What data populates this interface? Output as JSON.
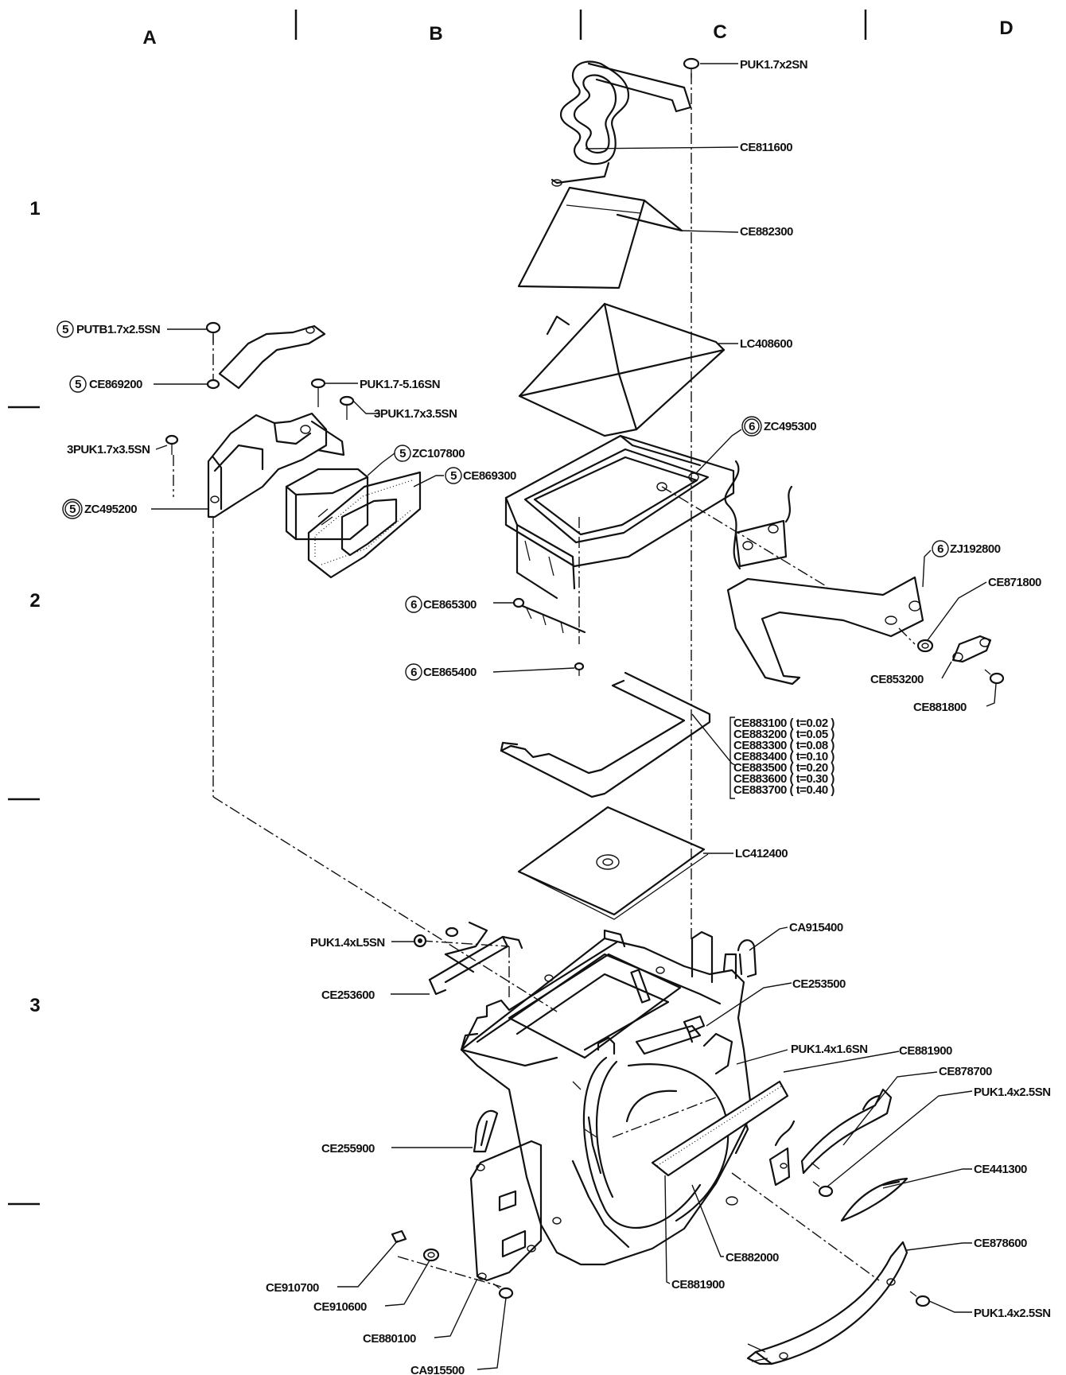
{
  "grid": {
    "columns": [
      "A",
      "B",
      "C",
      "D"
    ],
    "rows": [
      "1",
      "2",
      "3"
    ]
  },
  "labels": [
    "PUK1.7x2SN",
    "CE811600",
    "CE882300",
    "LC408600",
    "PUTB1.7x2.5SN",
    "CE869200",
    "PUK1.7-5.16SN",
    "3PUK1.7x3.5SN",
    "3PUK1.7x3.5SN",
    "ZC107800",
    "CE869300",
    "ZC495200",
    "ZC495300",
    "ZJ192800",
    "CE871800",
    "CE853200",
    "CE881800",
    "CE865300",
    "CE865400",
    "LC412400",
    "PUK1.4xL5SN",
    "CA915400",
    "CE253600",
    "CE253500",
    "PUK1.4x1.6SN",
    "CE881900",
    "CE878700",
    "PUK1.4x2.5SN",
    "CE441300",
    "CE255900",
    "CE878600",
    "PUK1.4x2.5SN",
    "CE882000",
    "CE881900",
    "CE910700",
    "CE910600",
    "CE880100",
    "CA915500"
  ],
  "group_numbers": [
    "5",
    "5",
    "5",
    "5",
    "5",
    "6",
    "6",
    "6",
    "6"
  ],
  "shims": [
    "CE883100 ( t=0.02 )",
    "CE883200 ( t=0.05 )",
    "CE883300 ( t=0.08 )",
    "CE883400 ( t=0.10 )",
    "CE883500 ( t=0.20 )",
    "CE883600 ( t=0.30 )",
    "CE883700 ( t=0.40 )"
  ]
}
